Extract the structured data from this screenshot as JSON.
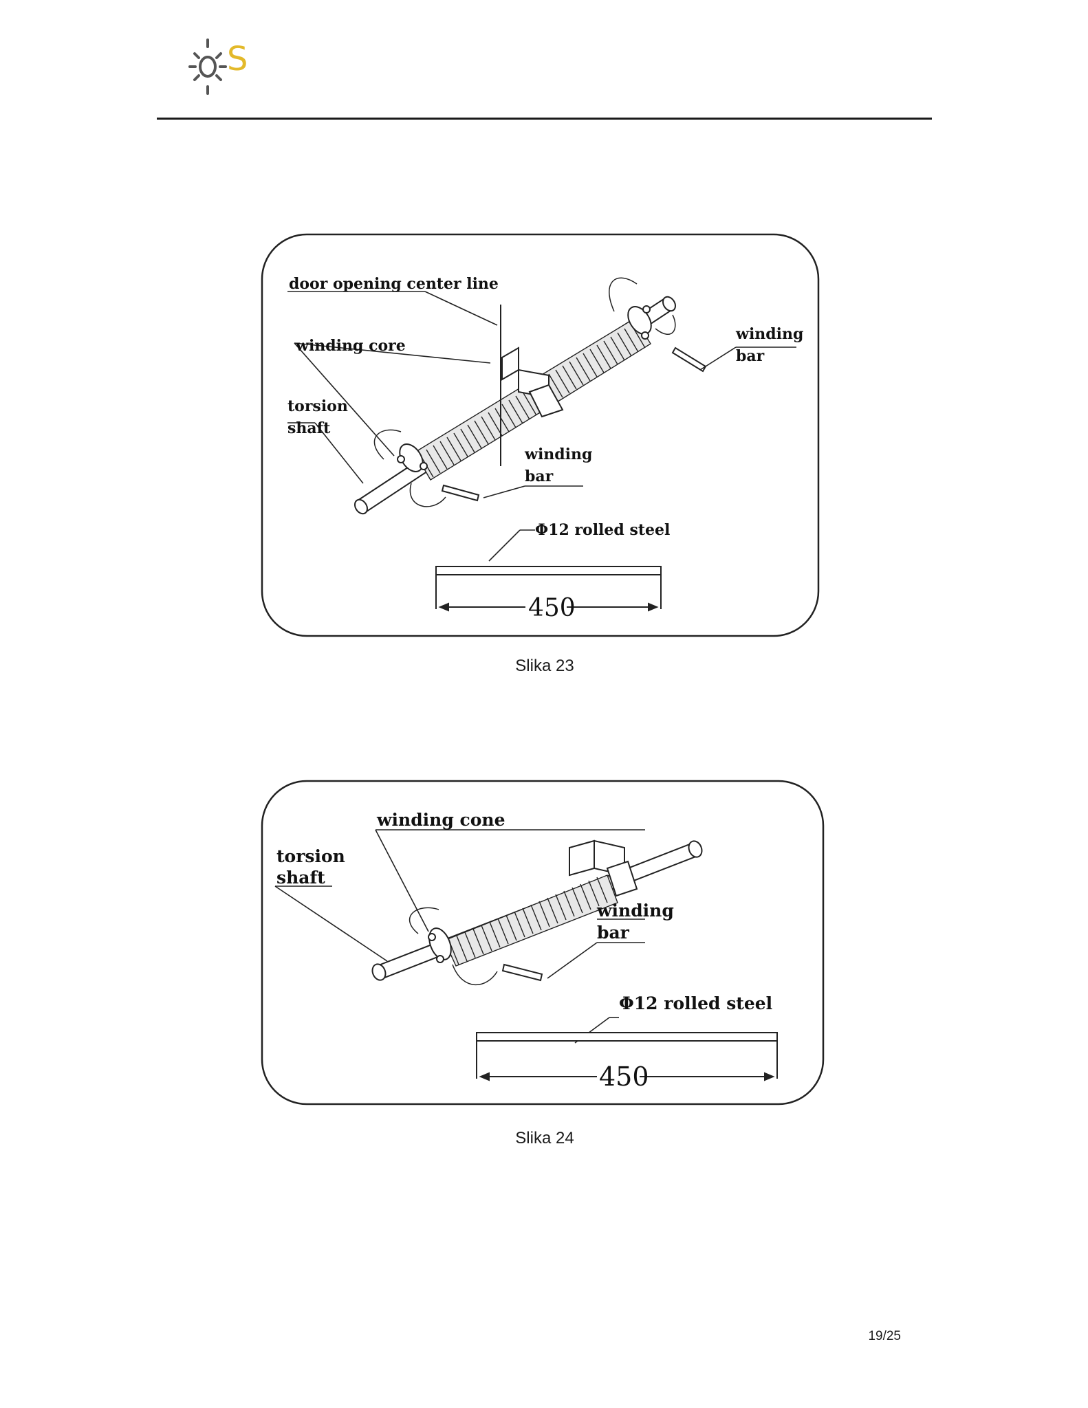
{
  "header": {
    "logo_letter": "S",
    "logo_color": "#e3b92a",
    "logo_ray_color": "#555555"
  },
  "figure_23": {
    "labels": {
      "center_line": "door opening center line",
      "winding_core": "winding core",
      "torsion_1": "torsion",
      "shaft_1": "shaft",
      "winding_left": "winding",
      "bar_left": "bar",
      "winding_right": "winding",
      "bar_right": "bar",
      "rolled_steel": "Φ12 rolled steel",
      "dimension": "450"
    },
    "caption": "Slika 23"
  },
  "figure_24": {
    "labels": {
      "winding_cone": "winding cone",
      "torsion": "torsion",
      "shaft": "shaft",
      "winding": "winding",
      "bar": "bar",
      "rolled_steel": "Φ12 rolled steel",
      "dimension": "450"
    },
    "caption": "Slika 24"
  },
  "footer": {
    "page_number": "19/25"
  }
}
